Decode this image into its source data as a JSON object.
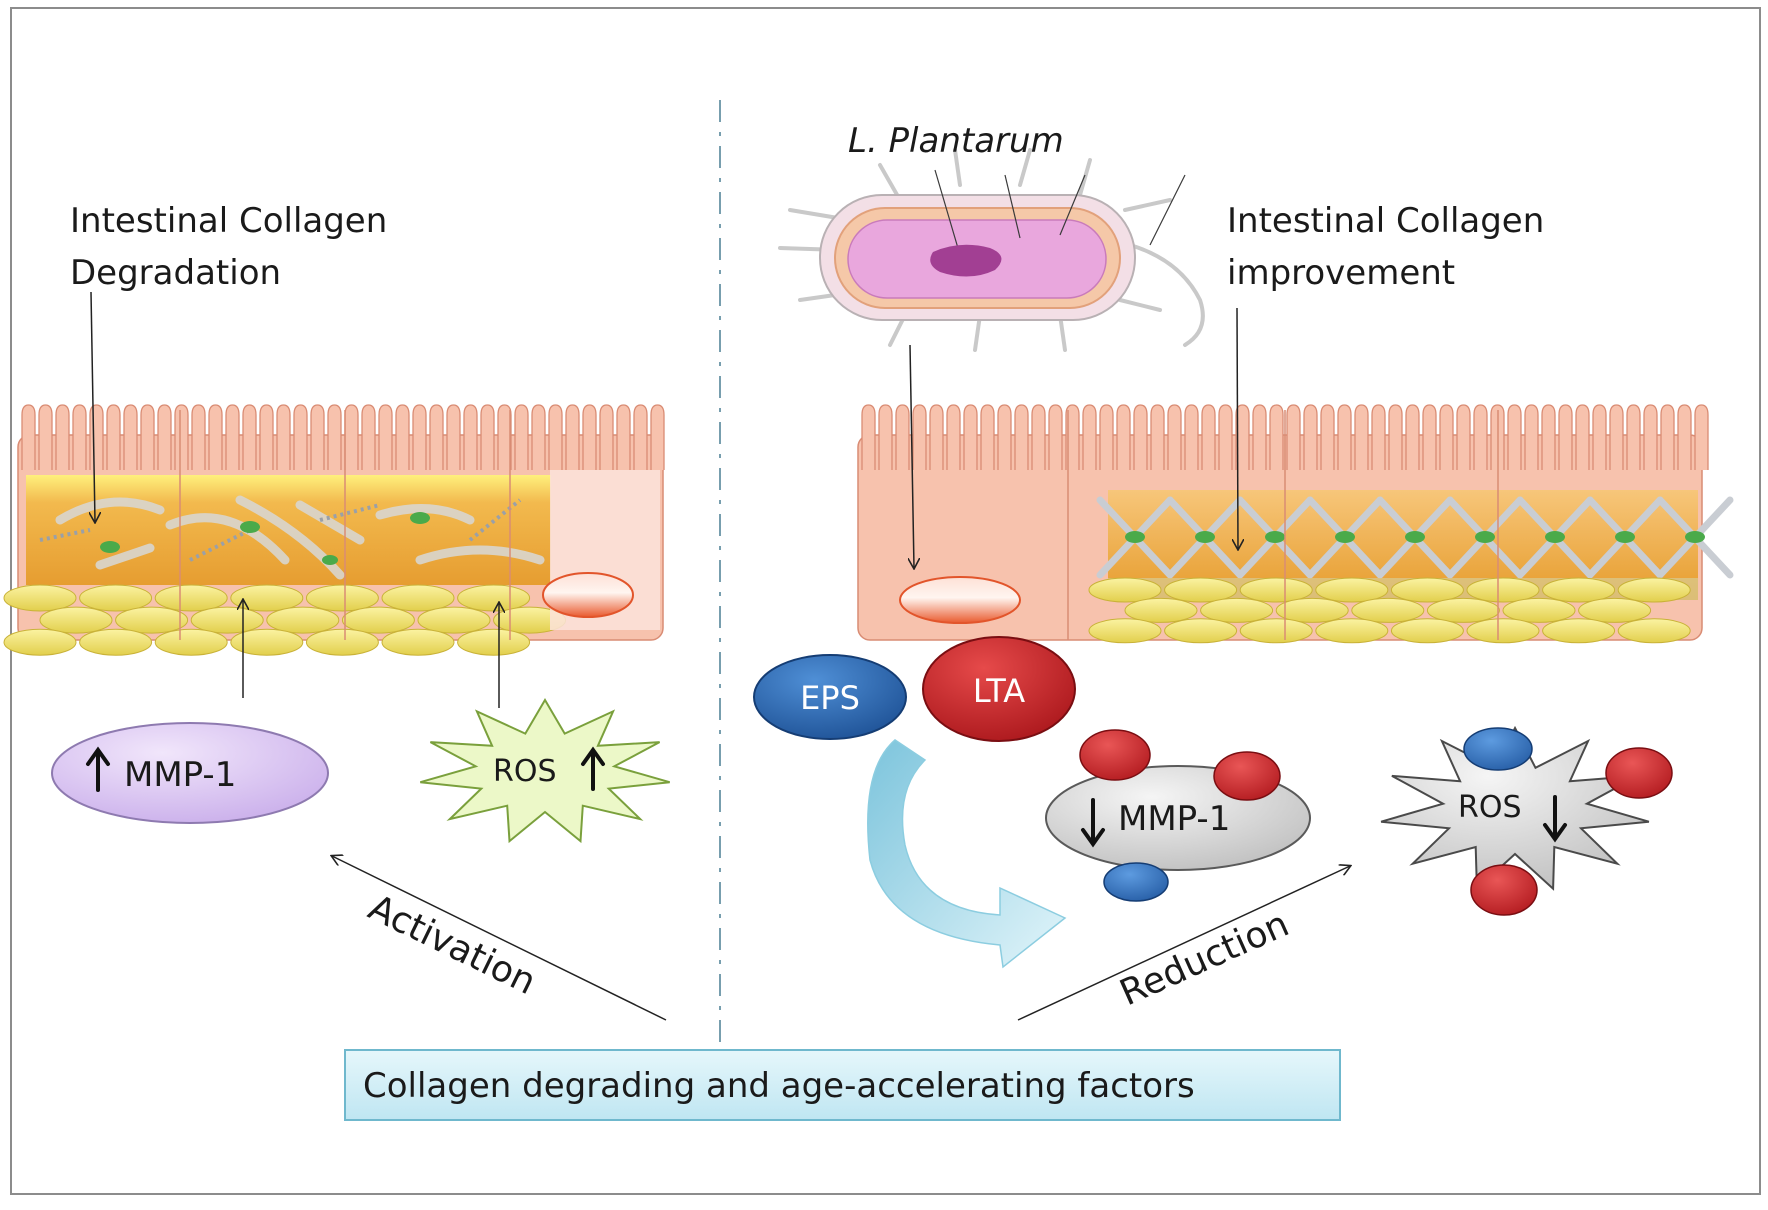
{
  "left_panel": {
    "title_line1": "Intestinal Collagen",
    "title_line2": "Degradation",
    "mmp_label": "MMP-1",
    "mmp_direction": "up",
    "ros_label": "ROS",
    "ros_direction": "up",
    "arrow_label": "Activation"
  },
  "right_panel": {
    "bacterium_label": "L. Plantarum",
    "title_line1": "Intestinal  Collagen",
    "title_line2": "improvement",
    "eps_label": "EPS",
    "lta_label": "LTA",
    "mmp_label": "MMP-1",
    "mmp_direction": "down",
    "ros_label": "ROS",
    "ros_direction": "down",
    "arrow_label": "Reduction"
  },
  "footer": {
    "box_text": "Collagen degrading and age-accelerating factors"
  },
  "colors": {
    "tissue": "#f7c2ad",
    "collagen_matrix": "#e9a73a",
    "mmp_left": "#d8c3ef",
    "ros_left": "#ecf8c8",
    "eps": "#2c6bb5",
    "lta": "#c8242a",
    "inhibited_gray": "#d9d9d9",
    "footer_box": "#d4f0f8",
    "curved_arrow": "#a8dcea"
  }
}
